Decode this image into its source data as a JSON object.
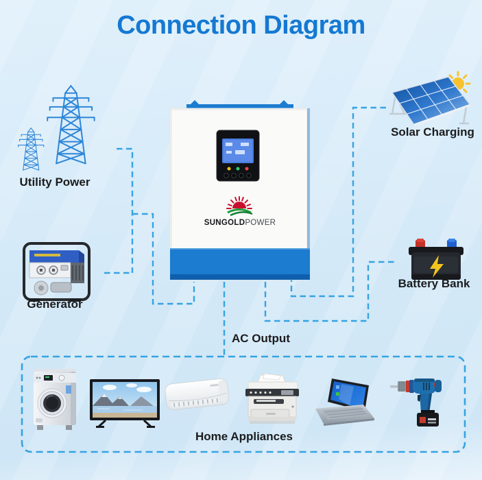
{
  "title": "Connection Diagram",
  "brand": {
    "part1": "SUNGOLD",
    "part2": "POWER"
  },
  "nodes": {
    "utility": {
      "label": "Utility Power"
    },
    "generator": {
      "label": "Generator"
    },
    "solar": {
      "label": "Solar Charging"
    },
    "battery": {
      "label": "Battery Bank"
    },
    "ac_output": {
      "label": "AC Output"
    },
    "home_appliances": {
      "label": "Home Appliances"
    }
  },
  "colors": {
    "title_blue": "#1479d2",
    "dash_blue": "#35a3e3",
    "inverter_blue": "#1b7cd0",
    "logo_red": "#c8102e",
    "logo_green": "#1f9d3c"
  }
}
